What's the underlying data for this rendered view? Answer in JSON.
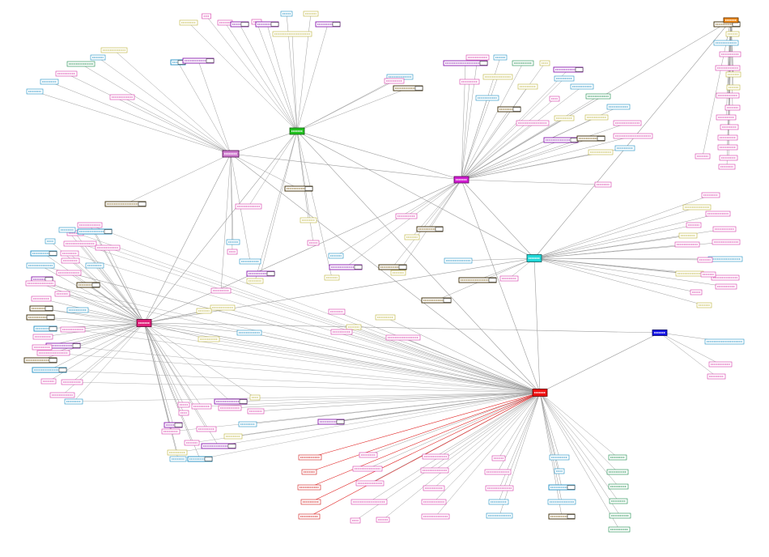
{
  "graph": {
    "palette": {
      "pink": "#d63aa8",
      "yellow": "#bdb53c",
      "blue": "#1e8fc4",
      "purple": "#8a1cb0",
      "green": "#1b8a4c",
      "orange": "#9a6a1c",
      "red": "#d11a1a",
      "edge": "#9d9d9d",
      "red_edge": "#e02020"
    },
    "hubs": [
      {
        "id": "hub-green",
        "fill": "#21c41f",
        "stroke": "#0f5a0f"
      },
      {
        "id": "hub-purple-top",
        "fill": "#d07fd0",
        "stroke": "#4a004a"
      },
      {
        "id": "hub-magenta",
        "fill": "#d21ed2",
        "stroke": "#5a005a"
      },
      {
        "id": "hub-cyan",
        "fill": "#21d9d9",
        "stroke": "#0a5a5a"
      },
      {
        "id": "hub-hotpink",
        "fill": "#e0207a",
        "stroke": "#5a0030"
      },
      {
        "id": "hub-blue",
        "fill": "#1515e6",
        "stroke": "#000060"
      },
      {
        "id": "hub-red",
        "fill": "#ee1111",
        "stroke": "#600000"
      },
      {
        "id": "hub-orange",
        "fill": "#f08a18",
        "stroke": "#603000"
      }
    ]
  }
}
